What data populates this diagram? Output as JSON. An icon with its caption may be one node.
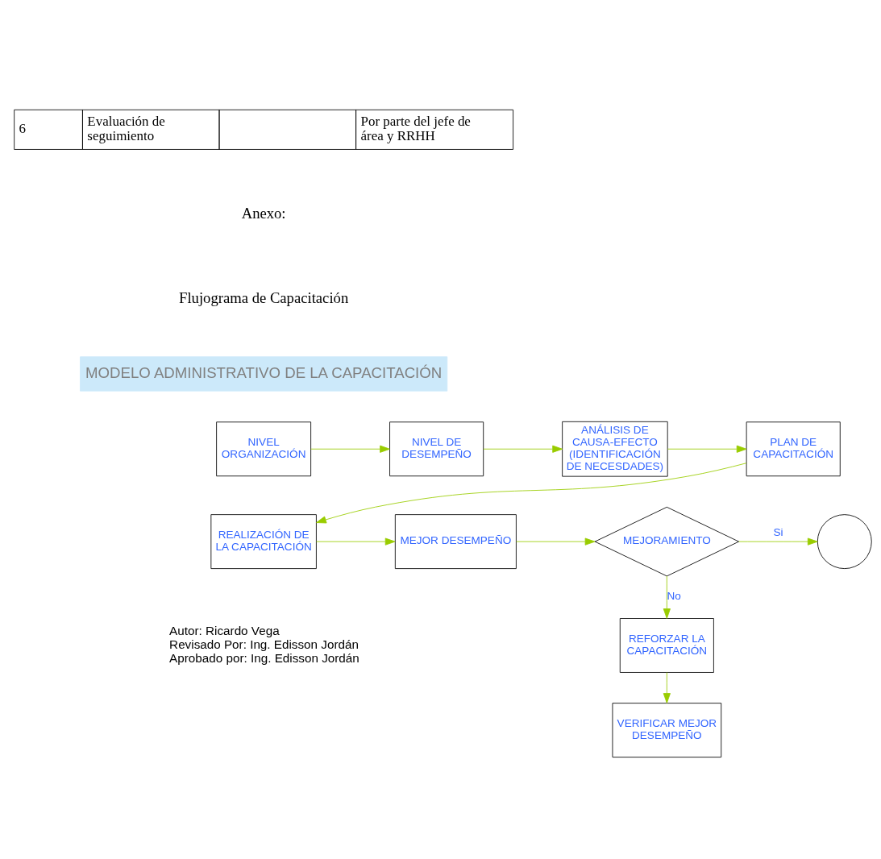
{
  "diagram": {
    "nodes": [
      {
        "text": [
          "MODELO ADMINISTRATIVO DE LA CAPACITACIÓN"
        ]
      },
      {
        "text": [
          "NIVEL ORGANIZACIÓN"
        ]
      },
      {
        "text": [
          "NIVEL DE DESEMPEÑO"
        ]
      },
      {
        "text": [
          "ANÁLISIS DE CAUSA-EFECTO (IDENTIFICACIÓN DE NECESDADES)"
        ]
      },
      {
        "text": [
          "PLAN DE CAPACITACIÓN"
        ]
      },
      {
        "text": [
          "REALIZACIÓN DE LA CAPACITACIÓN"
        ]
      },
      {
        "text": [
          "MEJOR DESEMPEÑO"
        ]
      },
      {
        "text": [
          "MEJORAMIENTO"
        ]
      },
      {
        "text": [],
        "shape": "circle"
      },
      {
        "text": [
          "REFORZAR LA CAPACITACIÓN"
        ]
      },
      {
        "text": [
          "VERIFICAR MEJOR DESEMPEÑO"
        ]
      }
    ],
    "edges": [
      {
        "from": 1,
        "to": 2,
        "arrow": "to"
      },
      {
        "from": 2,
        "to": 3,
        "arrow": "to"
      },
      {
        "from": 3,
        "to": 4,
        "arrow": "to"
      },
      {
        "from": 4,
        "to": 5,
        "arrow": "to"
      },
      {
        "from": 5,
        "to": 6,
        "arrow": "to"
      },
      {
        "from": 6,
        "to": 7,
        "arrow": "to"
      },
      {
        "from": 7,
        "to": 8,
        "label": "Si",
        "arrow": "to"
      },
      {
        "from": 7,
        "to": 9,
        "label": "No",
        "arrow": "to"
      },
      {
        "from": 9,
        "to": 10,
        "arrow": "to"
      }
    ],
    "labels": [
      "6",
      "Evaluación de seguimiento",
      "Por parte del jefe de área y RRHH",
      "Anexo:",
      "Flujograma de Capacitación",
      "Autor: Ricardo Vega",
      "Revisado Por: Ing. Edisson Jordán",
      "Aprobado por: Ing. Edisson Jordán"
    ]
  }
}
